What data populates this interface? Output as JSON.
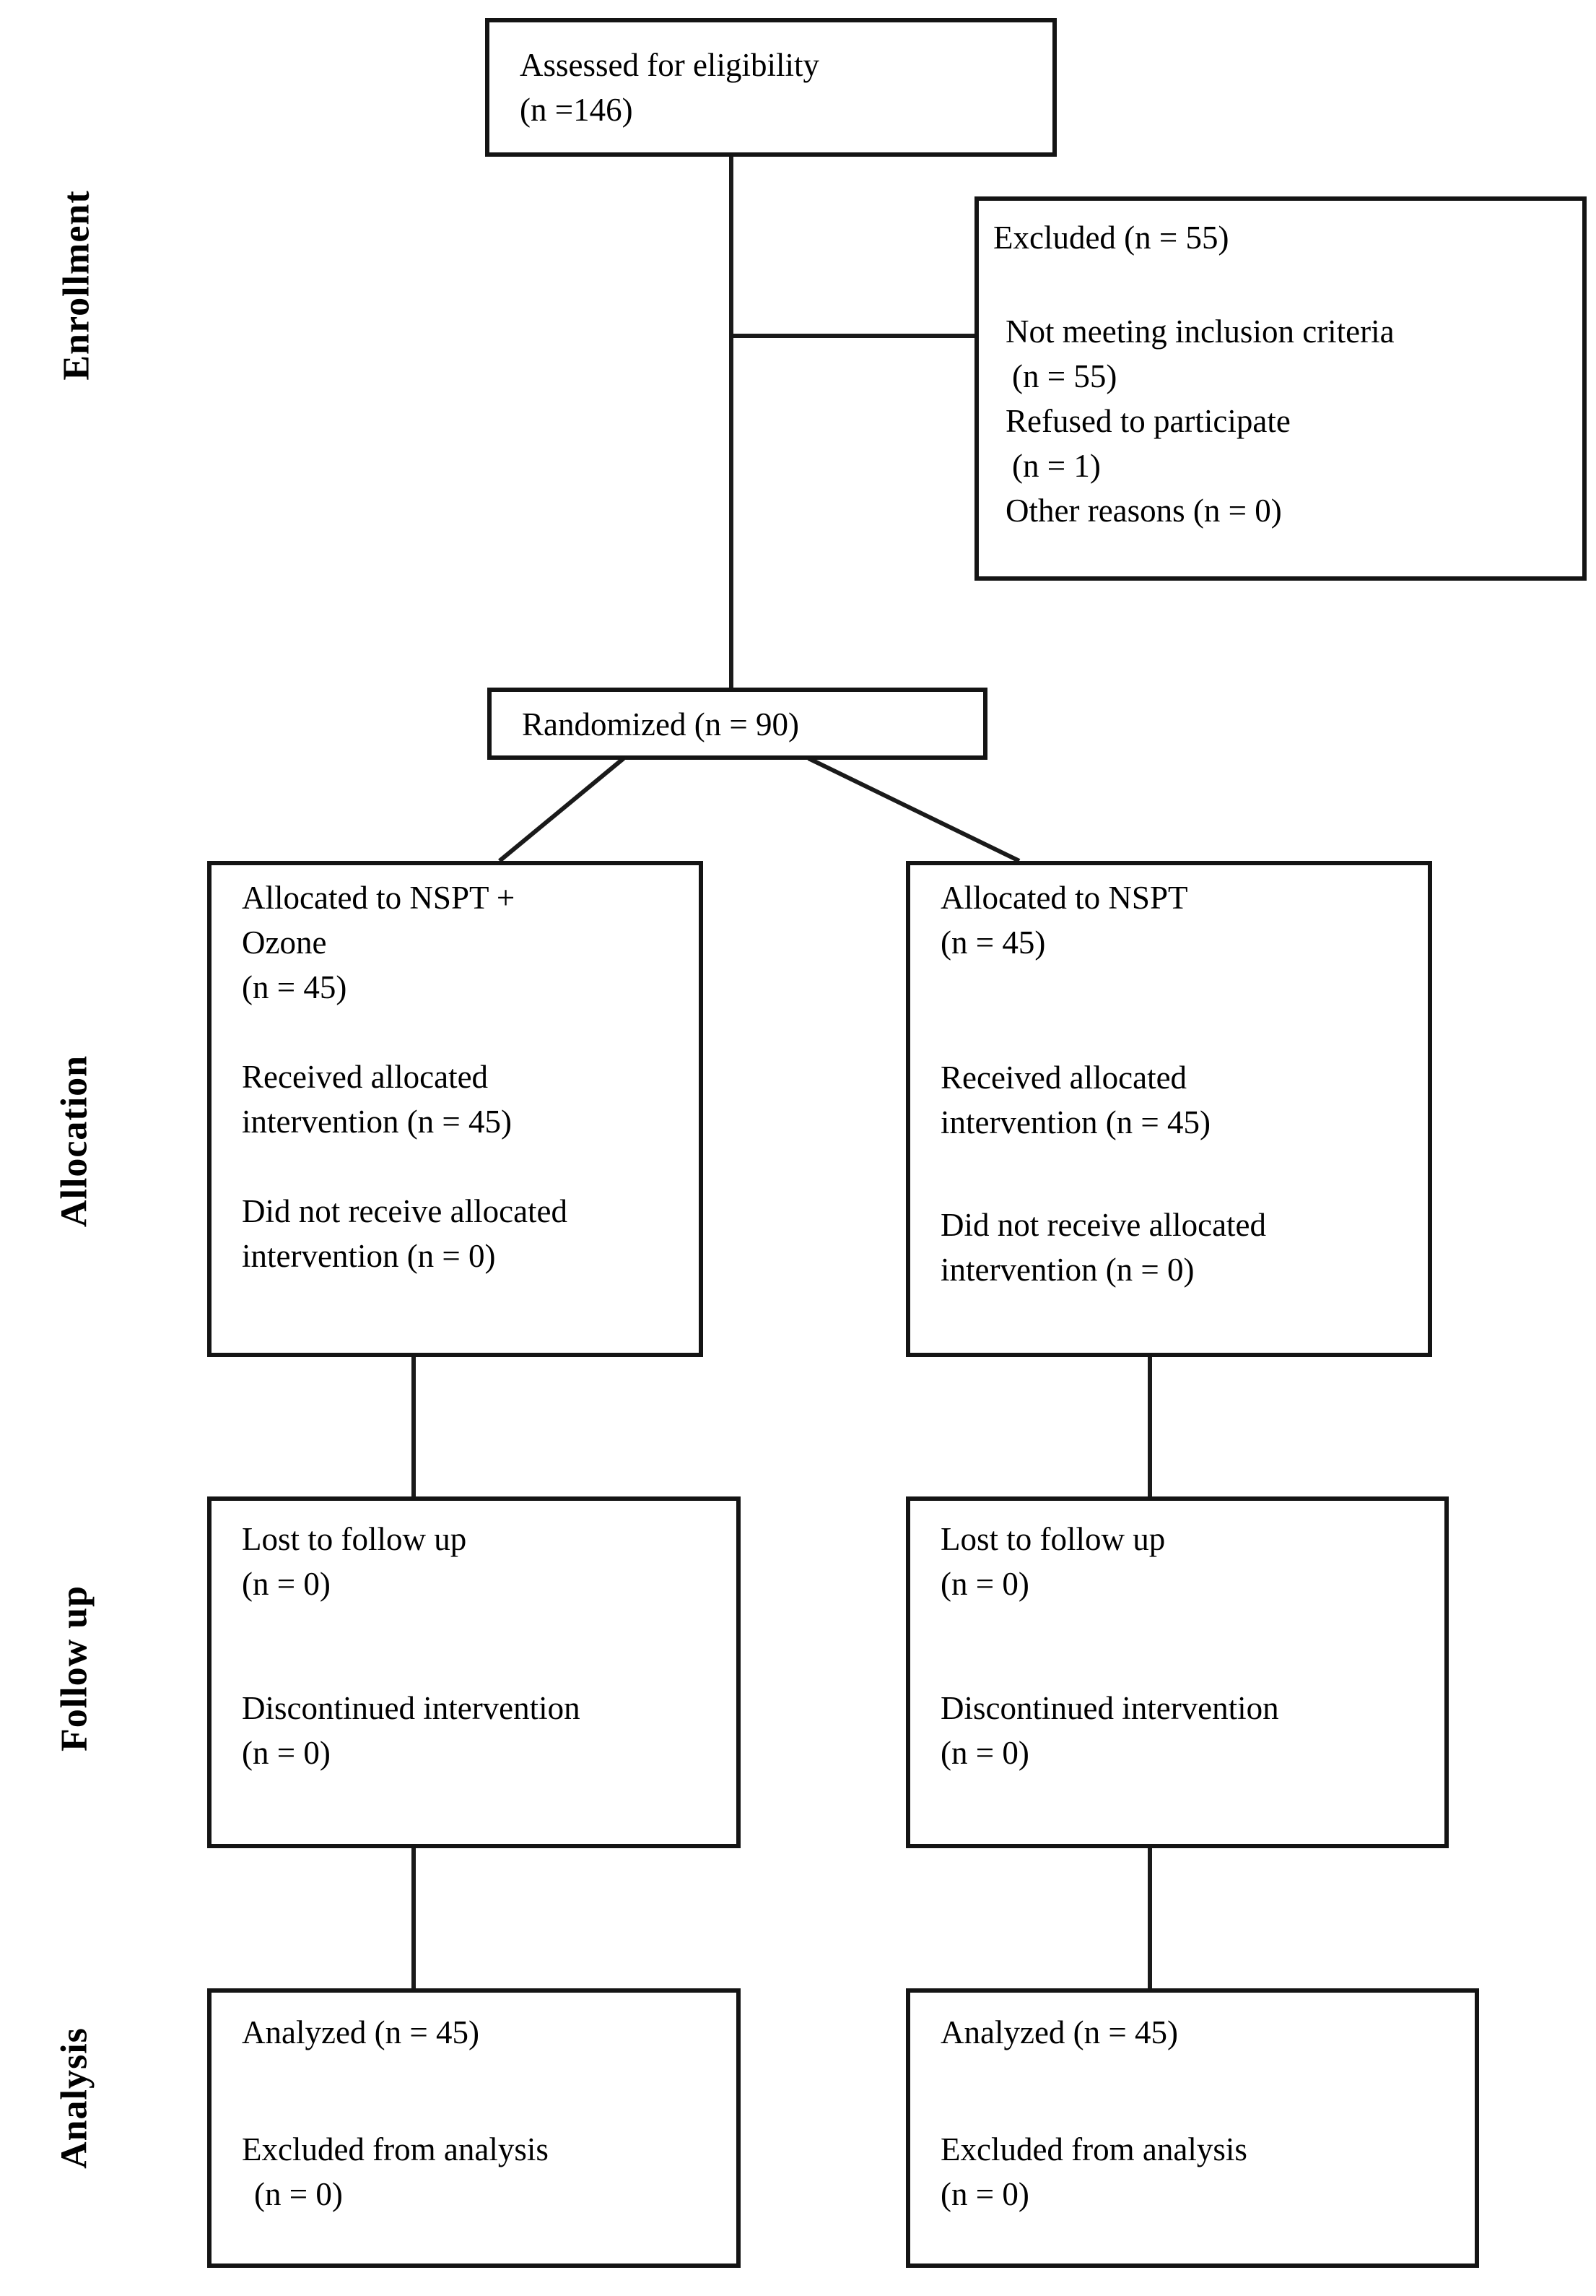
{
  "stage_labels": {
    "enrollment": "Enrollment",
    "allocation": "Allocation",
    "follow_up": "Follow up",
    "analysis": "Analysis"
  },
  "boxes": {
    "assessed": {
      "lines": [
        "Assessed for eligibility",
        "(n =146)"
      ]
    },
    "excluded": {
      "title": "Excluded (n = 55)",
      "items": [
        "Not meeting inclusion criteria",
        "(n = 55)",
        "Refused to participate",
        "(n = 1)",
        "Other reasons (n = 0)"
      ]
    },
    "randomized": {
      "lines": [
        "Randomized (n = 90)"
      ]
    },
    "allocated_ozone": {
      "lines": [
        "Allocated to NSPT +",
        "Ozone",
        "(n = 45)",
        "Received allocated",
        "intervention (n = 45)",
        "Did not receive  allocated",
        "intervention (n = 0)"
      ]
    },
    "allocated_nspt": {
      "lines": [
        "Allocated to NSPT",
        "(n = 45)",
        "Received allocated",
        "intervention (n = 45)",
        "Did not receive  allocated",
        "intervention (n = 0)"
      ]
    },
    "follow_up_left": {
      "lines": [
        "Lost to follow up",
        "(n = 0)",
        "Discontinued intervention",
        "(n = 0)"
      ]
    },
    "follow_up_right": {
      "lines": [
        "Lost to follow up",
        "(n = 0)",
        "Discontinued intervention",
        "(n = 0)"
      ]
    },
    "analyzed_left": {
      "lines": [
        "Analyzed (n = 45)",
        "Excluded from analysis",
        "(n =  0)"
      ]
    },
    "analyzed_right": {
      "lines": [
        "Analyzed (n = 45)",
        "Excluded from analysis",
        "(n = 0)"
      ]
    }
  },
  "colors": {
    "line": "#1a1a1a",
    "text": "#000000",
    "background": "#ffffff"
  }
}
